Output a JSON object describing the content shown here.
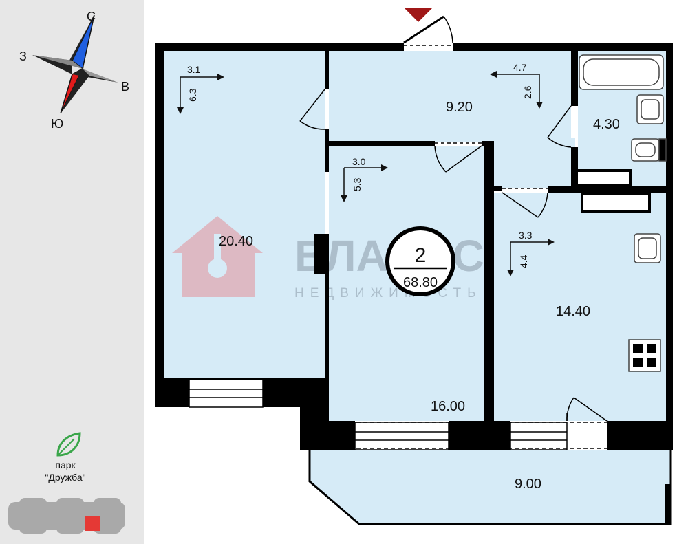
{
  "compass": {
    "north": "С",
    "south": "Ю",
    "west": "З",
    "east": "В"
  },
  "park": {
    "line1": "парк",
    "line2": "\"Дружба\""
  },
  "logo": {
    "name": "ВЛАДИС",
    "tagline": "НЕДВИЖИМОСТЬ"
  },
  "summary": {
    "rooms": "2",
    "total_area": "68.80"
  },
  "rooms": {
    "room_left": {
      "area": "20.40",
      "dim_w": "3.1",
      "dim_h": "6.3"
    },
    "hall": {
      "area": "9.20",
      "dim_w": "4.7",
      "dim_h": "2.6"
    },
    "bathroom": {
      "area": "4.30"
    },
    "room_middle": {
      "area": "16.00",
      "dim_w": "3.0",
      "dim_h": "5.3"
    },
    "kitchen": {
      "area": "14.40",
      "dim_w": "3.3",
      "dim_h": "4.4"
    },
    "balcony": {
      "area": "9.00"
    }
  },
  "colors": {
    "room_fill": "#d6ebf7",
    "wall": "#000000",
    "entrance_marker": "#a01818",
    "compass_blue": "#1f5fe0",
    "compass_red": "#e01b1b",
    "park_icon": "#3aa64a",
    "map_highlight": "#e53935"
  }
}
